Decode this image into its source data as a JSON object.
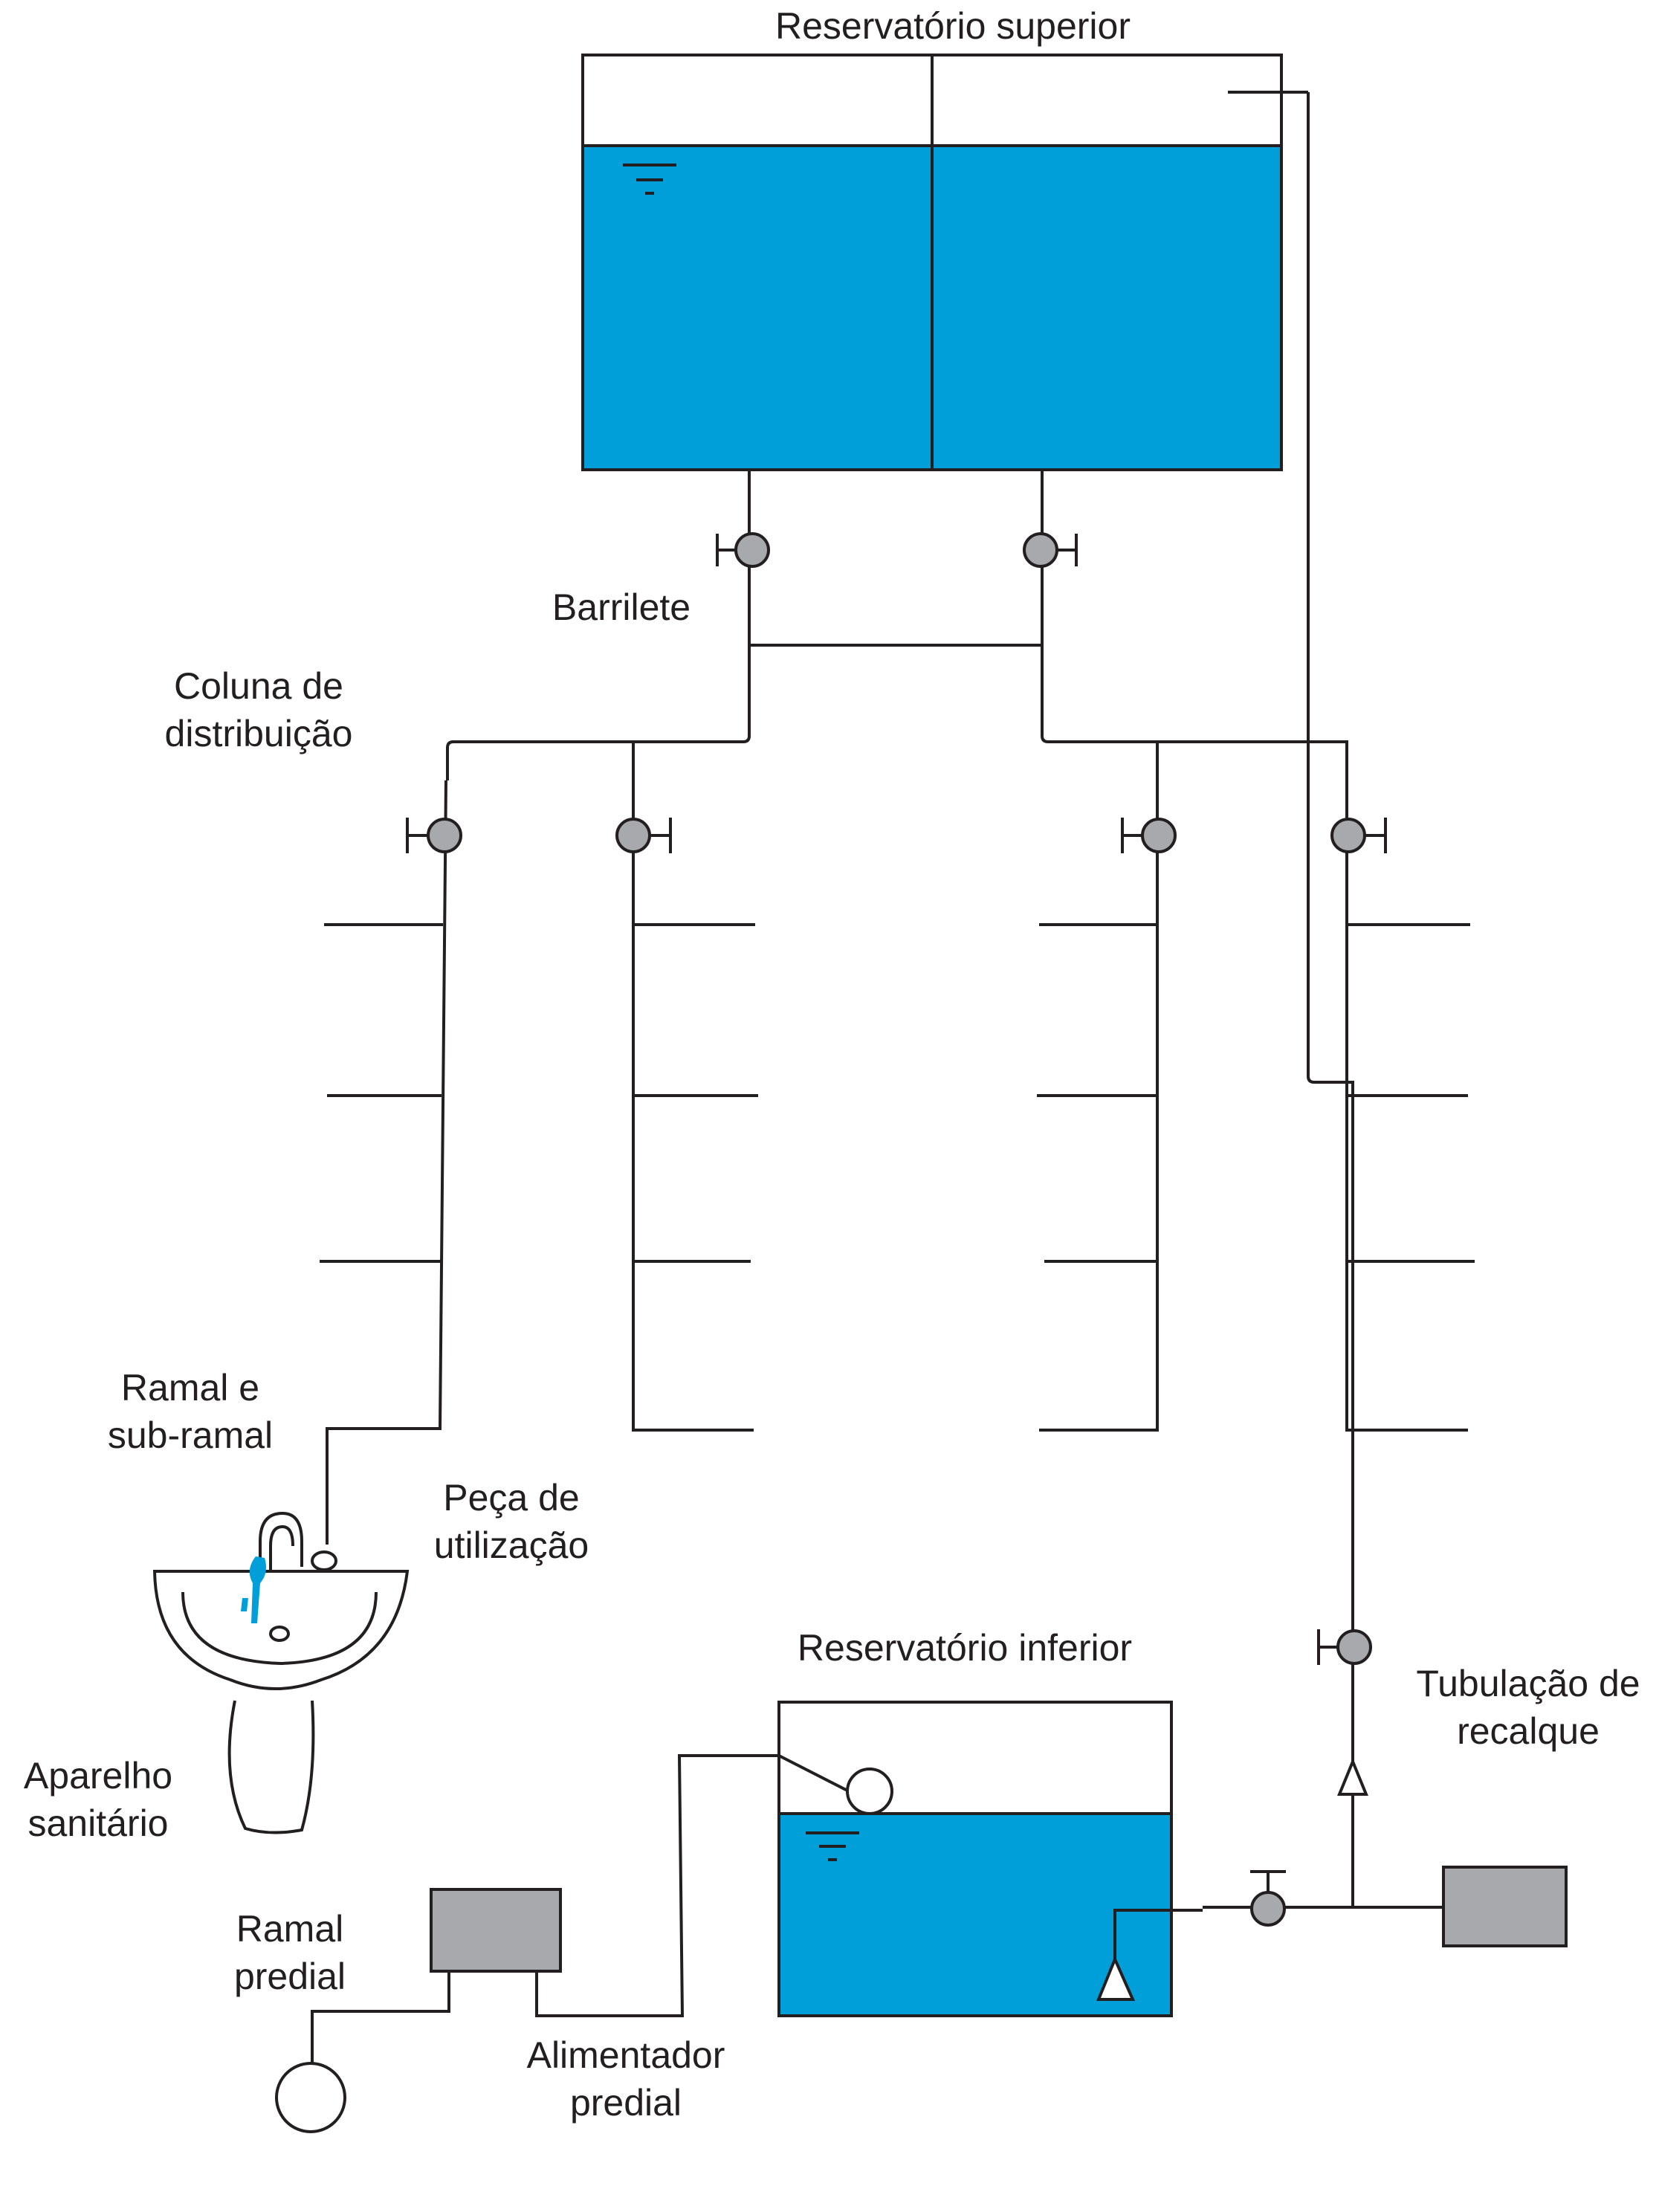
{
  "colors": {
    "water": "#009fda",
    "equipment": "#a7a9ac",
    "line": "#231f20",
    "background": "#ffffff"
  },
  "labels": {
    "upper_reservoir": "Reservatório superior",
    "manifold": "Barrilete",
    "distribution_column": [
      "Coluna de",
      "distribuição"
    ],
    "branch": [
      "Ramal e",
      "sub-ramal"
    ],
    "fixture_piece": [
      "Peça de",
      "utilização"
    ],
    "sanitary_appliance": [
      "Aparelho",
      "sanitário"
    ],
    "lower_reservoir": "Reservatório inferior",
    "pumping_pipe": [
      "Tubulação de",
      "recalque"
    ],
    "building_branch": [
      "Ramal",
      "predial"
    ],
    "building_feeder": [
      "Alimentador",
      "predial"
    ]
  },
  "icons": {
    "valve": "gate-valve-icon",
    "check_valve": "check-valve-icon",
    "foot_valve": "foot-valve-icon",
    "float_valve": "float-valve-icon",
    "water_level": "water-level-icon",
    "meter": "water-meter-icon",
    "pump": "pump-icon",
    "faucet": "faucet-icon",
    "sink": "sink-icon"
  }
}
